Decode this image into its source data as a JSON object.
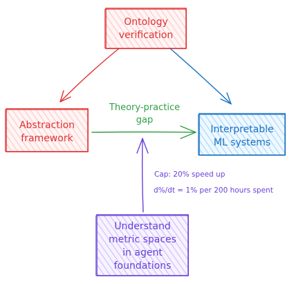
{
  "nodes": {
    "ontology": {
      "line1": "Ontology",
      "line2": "verification",
      "color": "#e03131",
      "fill": "#ffc9c9"
    },
    "abstraction": {
      "line1": "Abstraction",
      "line2": "framework",
      "color": "#e03131",
      "fill": "#ffc9c9"
    },
    "interpretable": {
      "line1": "Interpretable",
      "line2": "ML systems",
      "color": "#1971c2",
      "fill": "#a5d8ff"
    },
    "metric": {
      "line1": "Understand",
      "line2": "metric spaces",
      "line3": "in agent",
      "line4": "foundations",
      "color": "#6741d9",
      "fill": "#d0bfff"
    }
  },
  "edges": {
    "gap": {
      "line1": "Theory-practice",
      "line2": "gap",
      "color": "#2f9e44"
    }
  },
  "notes": {
    "cap": "Cap: 20% speed up",
    "rate": "d%/dt = 1% per 200 hours spent",
    "color": "#6741d9"
  }
}
